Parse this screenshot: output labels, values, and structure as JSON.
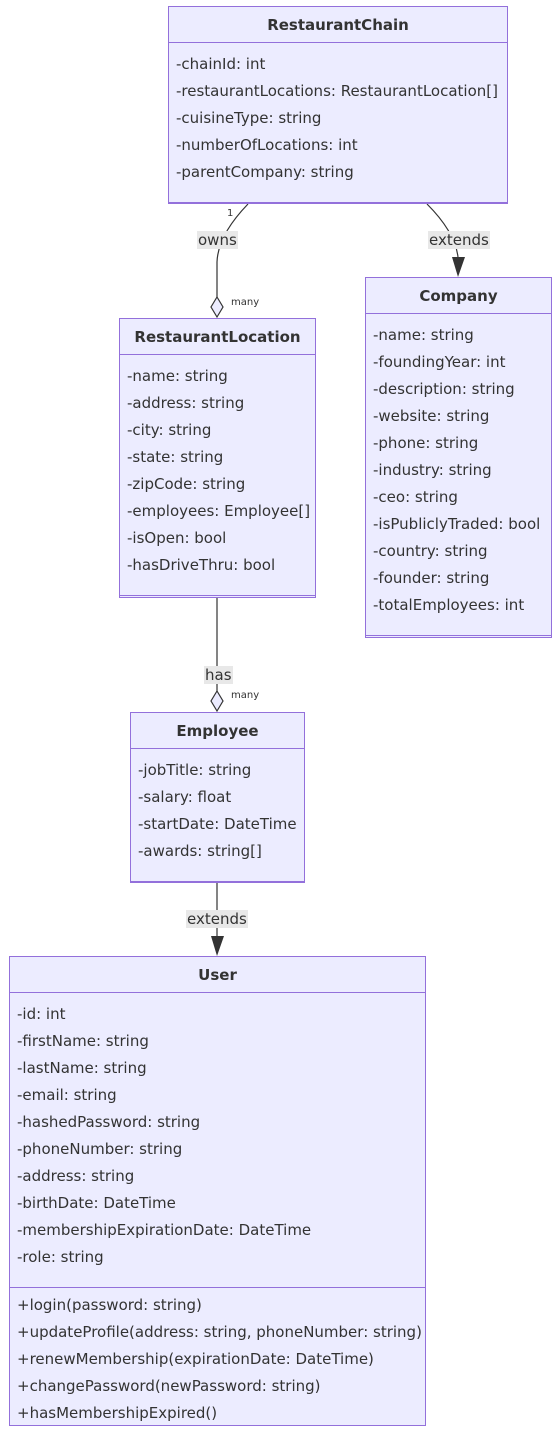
{
  "classes": {
    "restaurant_chain": {
      "name": "RestaurantChain",
      "attributes": [
        "-chainId: int",
        "-restaurantLocations: RestaurantLocation[]",
        "-cuisineType: string",
        "-numberOfLocations: int",
        "-parentCompany: string"
      ],
      "methods": []
    },
    "company": {
      "name": "Company",
      "attributes": [
        "-name: string",
        "-foundingYear: int",
        "-description: string",
        "-website: string",
        "-phone: string",
        "-industry: string",
        "-ceo: string",
        "-isPubliclyTraded: bool",
        "-country: string",
        "-founder: string",
        "-totalEmployees: int"
      ],
      "methods": []
    },
    "restaurant_location": {
      "name": "RestaurantLocation",
      "attributes": [
        "-name: string",
        "-address: string",
        "-city: string",
        "-state: string",
        "-zipCode: string",
        "-employees: Employee[]",
        "-isOpen: bool",
        "-hasDriveThru: bool"
      ],
      "methods": []
    },
    "employee": {
      "name": "Employee",
      "attributes": [
        "-jobTitle: string",
        "-salary: float",
        "-startDate: DateTime",
        "-awards: string[]"
      ],
      "methods": []
    },
    "user": {
      "name": "User",
      "attributes": [
        "-id: int",
        "-firstName: string",
        "-lastName: string",
        "-email: string",
        "-hashedPassword: string",
        "-phoneNumber: string",
        "-address: string",
        "-birthDate: DateTime",
        "-membershipExpirationDate: DateTime",
        "-role: string"
      ],
      "methods": [
        "+login(password: string)",
        "+updateProfile(address: string, phoneNumber: string)",
        "+renewMembership(expirationDate: DateTime)",
        "+changePassword(newPassword: string)",
        "+hasMembershipExpired()"
      ]
    }
  },
  "relations": {
    "chain_owns_location": {
      "label": "owns",
      "from_multiplicity": "1",
      "to_multiplicity": "many"
    },
    "chain_extends_company": {
      "label": "extends"
    },
    "location_has_employee": {
      "label": "has",
      "to_multiplicity": "many"
    },
    "employee_extends_user": {
      "label": "extends"
    }
  },
  "colors": {
    "box_fill": "#ececff",
    "box_border": "#9370db",
    "line": "#333333",
    "label_bg": "#e8e8e8"
  }
}
